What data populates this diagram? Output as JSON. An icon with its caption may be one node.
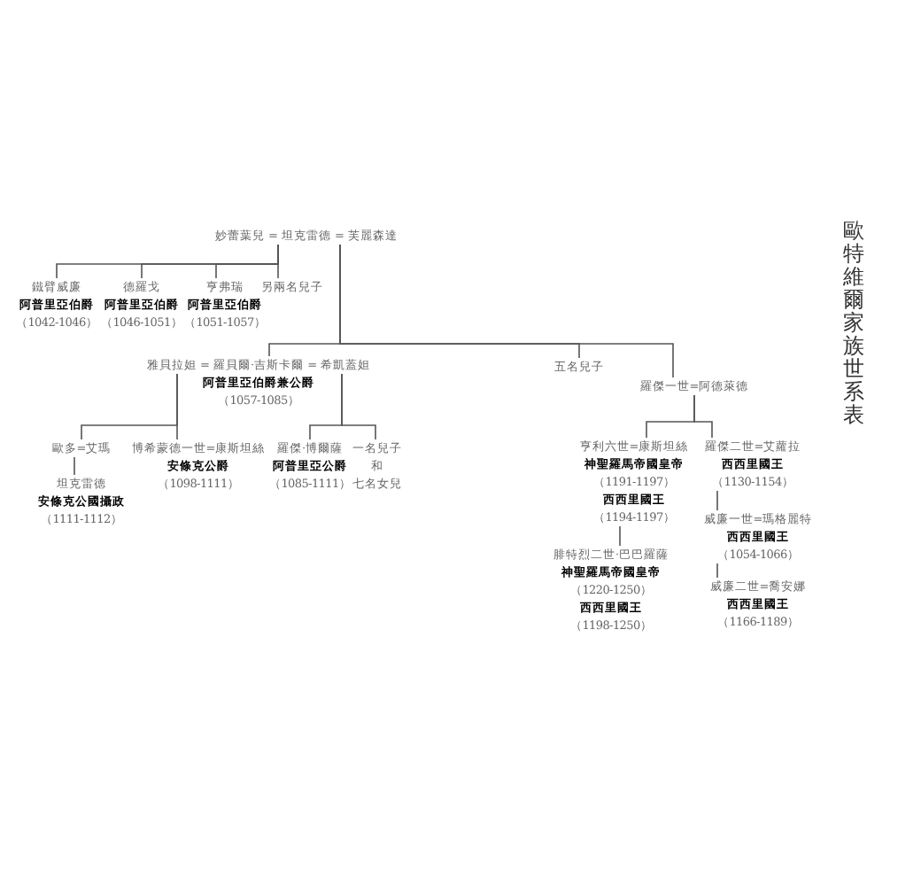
{
  "diagram": {
    "title": "歐特維爾家族世系表",
    "nodes": [
      {
        "text": [
          "妙蕾葉兒 = 坦克雷德 = 芙麗森達"
        ]
      },
      {
        "text": [
          "鐵臂威廉",
          "阿普里亞伯爵",
          "（1042-1046）"
        ]
      },
      {
        "text": [
          "德羅戈",
          "阿普里亞伯爵",
          "（1046-1051）"
        ]
      },
      {
        "text": [
          "亨弗瑞",
          "阿普里亞伯爵",
          "（1051-1057）"
        ]
      },
      {
        "text": [
          "另兩名兒子"
        ]
      },
      {
        "text": [
          "雅貝拉妲 = 羅貝爾·吉斯卡爾 = 希凱蓋妲",
          "阿普里亞伯爵兼公爵",
          "（1057-1085）"
        ]
      },
      {
        "text": [
          "五名兒子"
        ]
      },
      {
        "text": [
          "羅傑一世=阿德萊德"
        ]
      },
      {
        "text": [
          "歐多=艾瑪"
        ]
      },
      {
        "text": [
          "博希蒙德一世=康斯坦絲",
          "安條克公爵",
          "（1098-1111）"
        ]
      },
      {
        "text": [
          "羅傑·博爾薩",
          "阿普里亞公爵",
          "（1085-1111）"
        ]
      },
      {
        "text": [
          "一名兒子",
          "和",
          "七名女兒"
        ]
      },
      {
        "text": [
          "坦克雷德",
          "安條克公國攝政",
          "（1111-1112）"
        ]
      },
      {
        "text": [
          "亨利六世=康斯坦絲",
          "神聖羅馬帝國皇帝",
          "（1191-1197）",
          "西西里國王",
          "（1194-1197）"
        ]
      },
      {
        "text": [
          "羅傑二世=艾蘿拉",
          "西西里國王",
          "（1130-1154）"
        ]
      },
      {
        "text": [
          "腓特烈二世·巴巴羅薩",
          "神聖羅馬帝國皇帝",
          "（1220-1250）",
          "西西里國王",
          "（1198-1250）"
        ]
      },
      {
        "text": [
          "威廉一世=瑪格麗特",
          "西西里國王",
          "（1054-1066）"
        ]
      },
      {
        "text": [
          "威廉二世=喬安娜",
          "西西里國王",
          "（1166-1189）"
        ]
      }
    ],
    "edges": [
      {
        "from": 0,
        "to": 1,
        "arrow": "none"
      },
      {
        "from": 0,
        "to": 2,
        "arrow": "none"
      },
      {
        "from": 0,
        "to": 3,
        "arrow": "none"
      },
      {
        "from": 0,
        "to": 4,
        "arrow": "none"
      },
      {
        "from": 0,
        "to": 5,
        "arrow": "none"
      },
      {
        "from": 0,
        "to": 6,
        "arrow": "none"
      },
      {
        "from": 0,
        "to": 7,
        "arrow": "none"
      },
      {
        "from": 5,
        "to": 8,
        "arrow": "none"
      },
      {
        "from": 5,
        "to": 9,
        "arrow": "none"
      },
      {
        "from": 5,
        "to": 10,
        "arrow": "none"
      },
      {
        "from": 5,
        "to": 11,
        "arrow": "none"
      },
      {
        "from": 8,
        "to": 12,
        "arrow": "none"
      },
      {
        "from": 7,
        "to": 13,
        "arrow": "none"
      },
      {
        "from": 7,
        "to": 14,
        "arrow": "none"
      },
      {
        "from": 13,
        "to": 15,
        "arrow": "none"
      },
      {
        "from": 14,
        "to": 16,
        "arrow": "none"
      },
      {
        "from": 16,
        "to": 17,
        "arrow": "none"
      }
    ]
  }
}
